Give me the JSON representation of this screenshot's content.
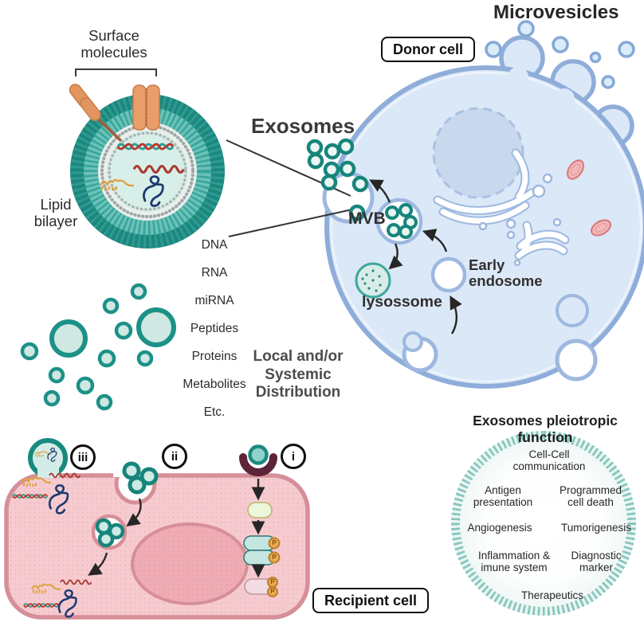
{
  "figure": {
    "exosome_diagram": {
      "surface_molecules_label": "Surface\nmolecules",
      "lipid_bilayer_label": "Lipid\nbilayer",
      "cargo_list": [
        "DNA",
        "RNA",
        "miRNA",
        "Peptides",
        "Proteins",
        "Metabolites",
        "Etc."
      ]
    },
    "exosomes_title": "Exosomes",
    "microvesicles_title": "Microvesicles",
    "donor_cell_label": "Donor cell",
    "recipient_cell_label": "Recipient cell",
    "mvb_label": "MVB",
    "early_endosome_label": "Early\nendosome",
    "lysosome_label": "lysossome",
    "distribution_label": "Local and/or\nSystemic\nDistribution",
    "pathways": {
      "i": "i",
      "ii": "ii",
      "iii": "iii"
    },
    "phospho_label": "P",
    "pleiotropic": {
      "title": "Exosomes pleiotropic function",
      "items": [
        "Cell-Cell\ncommunication",
        "Antigen\npresentation",
        "Programmed\ncell death",
        "Angiogenesis",
        "Tumorigenesis",
        "Inflammation &\nimune system",
        "Diagnostic\nmarker",
        "Therapeutics"
      ]
    },
    "colors": {
      "teal": "#1a8c82",
      "cell_blue_stroke": "#8fadd9",
      "cell_blue_fill": "#dbe8f7",
      "cell_pink_stroke": "#d68f98",
      "cell_pink_fill": "#f6cbd0",
      "orange_protein": "#e99d68",
      "maroon_receptor": "#5c2339",
      "mito_red": "#d97c7c"
    }
  }
}
